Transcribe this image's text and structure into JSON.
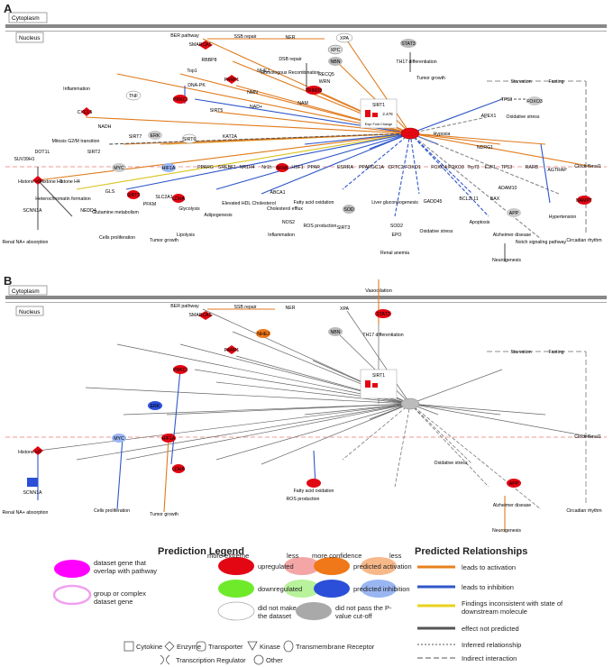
{
  "panels": [
    {
      "label": "A",
      "cytoplasm": "Cytoplasm",
      "nucleus": "Nucleus",
      "nodes": [
        {
          "id": "stat3",
          "label": "STAT3",
          "state": "grey"
        },
        {
          "id": "th17",
          "label": "TH17 differentiation"
        },
        {
          "id": "tumor_growth_a",
          "label": "Tumor growth"
        },
        {
          "id": "ber",
          "label": "BER pathway"
        },
        {
          "id": "ssb",
          "label": "SSB repair"
        },
        {
          "id": "ner",
          "label": "NER"
        },
        {
          "id": "xpa",
          "label": "XPA"
        },
        {
          "id": "xpc",
          "label": "XPC"
        },
        {
          "id": "nbn",
          "label": "NBN"
        },
        {
          "id": "dsb",
          "label": "DSB repair"
        },
        {
          "id": "smarca5",
          "label": "SMARCA5",
          "state": "up"
        },
        {
          "id": "rbbp8",
          "label": "RBBP8",
          "state": "up"
        },
        {
          "id": "top1",
          "label": "Top1"
        },
        {
          "id": "dnapk",
          "label": "DNA-PK"
        },
        {
          "id": "parp1",
          "label": "PARP1",
          "state": "up"
        },
        {
          "id": "nbs1",
          "label": "NHEJ"
        },
        {
          "id": "recq",
          "label": "RECQ5"
        },
        {
          "id": "wrn",
          "label": "WRN"
        },
        {
          "id": "trim28",
          "label": "TRIM28"
        },
        {
          "id": "homrec",
          "label": "Homologous Recombination"
        },
        {
          "id": "nmn",
          "label": "NMN"
        },
        {
          "id": "nam",
          "label": "NAM"
        },
        {
          "id": "nadplus",
          "label": "NAD+"
        },
        {
          "id": "nadh",
          "label": "NADH"
        },
        {
          "id": "inflam",
          "label": "Inflammation"
        },
        {
          "id": "tnf",
          "label": "TNF"
        },
        {
          "id": "cxcl5",
          "label": "CXCL5",
          "state": "up"
        },
        {
          "id": "prkci",
          "label": "PRKCI",
          "state": "up"
        },
        {
          "id": "mitosis",
          "label": "Mitosis G2/M transition"
        },
        {
          "id": "sirt7",
          "label": "SIRT7"
        },
        {
          "id": "erk",
          "label": "ERK"
        },
        {
          "id": "sirt6",
          "label": "SIRT6"
        },
        {
          "id": "kat2a",
          "label": "KAT2A"
        },
        {
          "id": "sirt2",
          "label": "SIRT2"
        },
        {
          "id": "dot1l",
          "label": "DOT1L"
        },
        {
          "id": "suv39",
          "label": "SUV39H1"
        },
        {
          "id": "h3",
          "label": "Histone H3"
        },
        {
          "id": "h1",
          "label": "Histone H1"
        },
        {
          "id": "h4",
          "label": "Histone H4"
        },
        {
          "id": "hetero",
          "label": "Heterochromatin formation"
        },
        {
          "id": "scnn1a",
          "label": "SCNN1A"
        },
        {
          "id": "renalna",
          "label": "Renal NA+ absorption"
        },
        {
          "id": "myc",
          "label": "MYC"
        },
        {
          "id": "hif1a",
          "label": "HIF1A"
        },
        {
          "id": "gls",
          "label": "GLS"
        },
        {
          "id": "sirt3",
          "label": "SIRT3"
        },
        {
          "id": "glut",
          "label": "Glutamine metabolism"
        },
        {
          "id": "cellprolif",
          "label": "Cells proliferation"
        },
        {
          "id": "pfkm",
          "label": "PFKM"
        },
        {
          "id": "slc2a1",
          "label": "SLC2A1"
        },
        {
          "id": "ldha",
          "label": "LDHA",
          "state": "up"
        },
        {
          "id": "glycolysis",
          "label": "Glycolysis"
        },
        {
          "id": "tgrowth2",
          "label": "Tumor growth"
        },
        {
          "id": "needd4",
          "label": "NEDD4"
        },
        {
          "id": "pparg",
          "label": "PPARG"
        },
        {
          "id": "srebf1",
          "label": "SREBF1"
        },
        {
          "id": "nr1h4",
          "label": "NR1H4"
        },
        {
          "id": "nr1h",
          "label": "Nr1h"
        },
        {
          "id": "nfkb",
          "label": "NFkB",
          "state": "up"
        },
        {
          "id": "hsf1",
          "label": "HSF1"
        },
        {
          "id": "ppara",
          "label": "PPAR"
        },
        {
          "id": "esrra",
          "label": "ESRRA"
        },
        {
          "id": "ppargc1a",
          "label": "PPARGC1A"
        },
        {
          "id": "crtc2",
          "label": "CRTC2"
        },
        {
          "id": "foxo1",
          "label": "FOXO1"
        },
        {
          "id": "foxo4",
          "label": "FOXO4"
        },
        {
          "id": "foxo3a",
          "label": "FOXO3"
        },
        {
          "id": "trp73",
          "label": "Trp73"
        },
        {
          "id": "e2f1",
          "label": "E2F1"
        },
        {
          "id": "tp53b",
          "label": "TP53"
        },
        {
          "id": "rarb",
          "label": "RARB"
        },
        {
          "id": "adipo",
          "label": "Adipogenesis"
        },
        {
          "id": "lipolysis",
          "label": "Lipolysis"
        },
        {
          "id": "hdl",
          "label": "Elevated HDL Cholesterol"
        },
        {
          "id": "abca1",
          "label": "ABCA1"
        },
        {
          "id": "chol",
          "label": "Cholesterol efflux"
        },
        {
          "id": "nos2",
          "label": "NOS2"
        },
        {
          "id": "inflam2",
          "label": "Inflammation"
        },
        {
          "id": "fao",
          "label": "Fatty acid oxidation"
        },
        {
          "id": "ros",
          "label": "ROS production"
        },
        {
          "id": "sod",
          "label": "SOD"
        },
        {
          "id": "sirt3b",
          "label": "SIRT3"
        },
        {
          "id": "liver",
          "label": "Liver gluconeogenesis"
        },
        {
          "id": "sod2",
          "label": "SOD2"
        },
        {
          "id": "gadd45",
          "label": "GADD45"
        },
        {
          "id": "ostress",
          "label": "Oxidative stress"
        },
        {
          "id": "epo",
          "label": "EPO"
        },
        {
          "id": "renal",
          "label": "Renal anemia"
        },
        {
          "id": "bcl2l11",
          "label": "BCL2L11"
        },
        {
          "id": "bax",
          "label": "BAX"
        },
        {
          "id": "apoptosis",
          "label": "Apoptosis"
        },
        {
          "id": "hypoxia",
          "label": "Hypoxia"
        },
        {
          "id": "ndrg1",
          "label": "NDRG1"
        },
        {
          "id": "adam10",
          "label": "ADAM10"
        },
        {
          "id": "app",
          "label": "APP"
        },
        {
          "id": "alz",
          "label": "Alzheimer disease"
        },
        {
          "id": "notch",
          "label": "Notch signaling pathway"
        },
        {
          "id": "neuro",
          "label": "Neurogenesis"
        },
        {
          "id": "agtrap",
          "label": "AGTRAP"
        },
        {
          "id": "hyper",
          "label": "Hypertension"
        },
        {
          "id": "cbmal",
          "label": "Clock-Bmal1"
        },
        {
          "id": "nampt",
          "label": "NAMPT",
          "state": "up"
        },
        {
          "id": "circ",
          "label": "Circadian rhythm"
        },
        {
          "id": "starv",
          "label": "Starvation"
        },
        {
          "id": "fasting",
          "label": "Fasting"
        },
        {
          "id": "tp53",
          "label": "TP53"
        },
        {
          "id": "foxo3",
          "label": "FOXO3"
        },
        {
          "id": "apex1",
          "label": "APEX1"
        },
        {
          "id": "ostress2",
          "label": "Oxidative stress"
        },
        {
          "id": "sirt1",
          "label": "SIRT1",
          "state": "up"
        },
        {
          "id": "kat2b",
          "label": "SIRT5"
        }
      ]
    },
    {
      "label": "B",
      "cytoplasm": "Cytoplasm",
      "nucleus": "Nucleus",
      "vaso": "Vasodilation"
    }
  ],
  "sirt1_box": {
    "title": "SIRT1",
    "value": "2.478",
    "axis": "Expr Fold Change"
  },
  "legend": {
    "title1": "Prediction Legend",
    "title2": "Predicted Relationships",
    "item_dataset": "dataset gene that overlap with pathway",
    "item_group": "group or complex dataset gene",
    "more_extreme": "more extreme",
    "less": "less",
    "more_conf": "more confidence",
    "less2": "less",
    "upreg": "upregulated",
    "downreg": "downregulated",
    "not_make": "did not make the dataset",
    "pred_act": "predicted activation",
    "pred_inh": "predicted inhibition",
    "not_pass": "did not pass the P-value cut-off",
    "rel_act": "leads to activation",
    "rel_inh": "leads to inhibition",
    "rel_incons": "Findings inconsistent with state of downstream molecule",
    "rel_np": "effect not predicted",
    "inferred": "Inferred relationship",
    "indirect": "Indirect interaction",
    "shapes": [
      "Cytokine",
      "Enzyme",
      "Transporter",
      "Kinase",
      "Transmembrane Receptor",
      "Transcription Regulator",
      "Other"
    ],
    "colors": {
      "magenta": "#f0f",
      "red": "#e30613",
      "green": "#6eea2a",
      "lightred": "#f4a6a6",
      "lightgreen": "#b8f29a",
      "orange": "#f07818",
      "blue": "#2b4fd8",
      "grey": "#a9a9a9",
      "lightorange": "#f7b98a",
      "lightblue": "#9ab6f2",
      "relact": "#e8801e",
      "relinh": "#2f56c9",
      "relinc": "#e8d21c",
      "relnp": "#555555"
    }
  }
}
